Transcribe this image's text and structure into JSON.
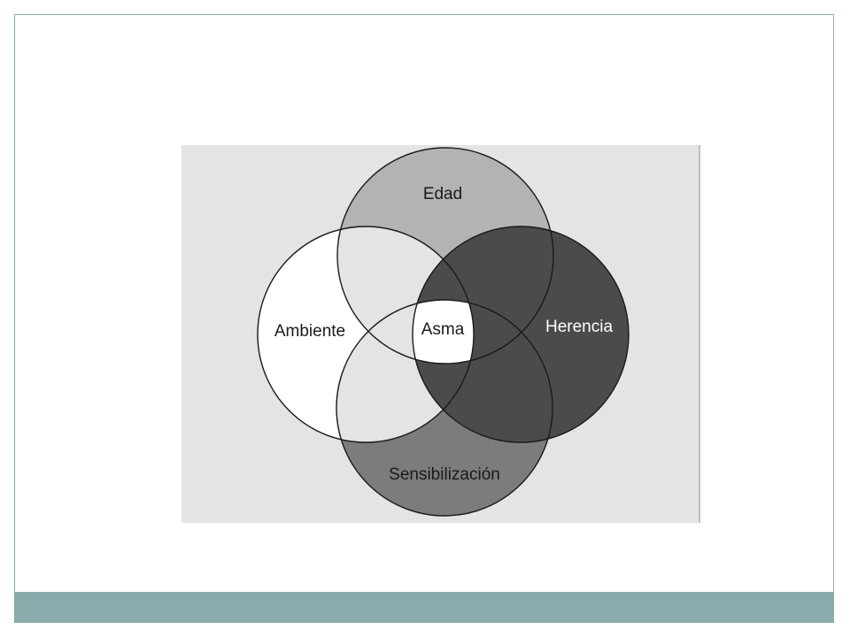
{
  "diagram": {
    "labels": {
      "edad": "Edad",
      "ambiente": "Ambiente",
      "herencia": "Herencia",
      "sensibilizacion": "Sensibilización",
      "asma": "Asma"
    },
    "colors": {
      "panel_background": "#e4e4e4",
      "edad_fill": "#b3b3b3",
      "ambiente_fill": "#ffffff",
      "herencia_fill": "#4b4b4b",
      "sensibilizacion_fill": "#7c7c7c",
      "asma_fill": "#ffffff",
      "outline": "#1a1a1a",
      "frame_border": "#8aabab"
    }
  }
}
